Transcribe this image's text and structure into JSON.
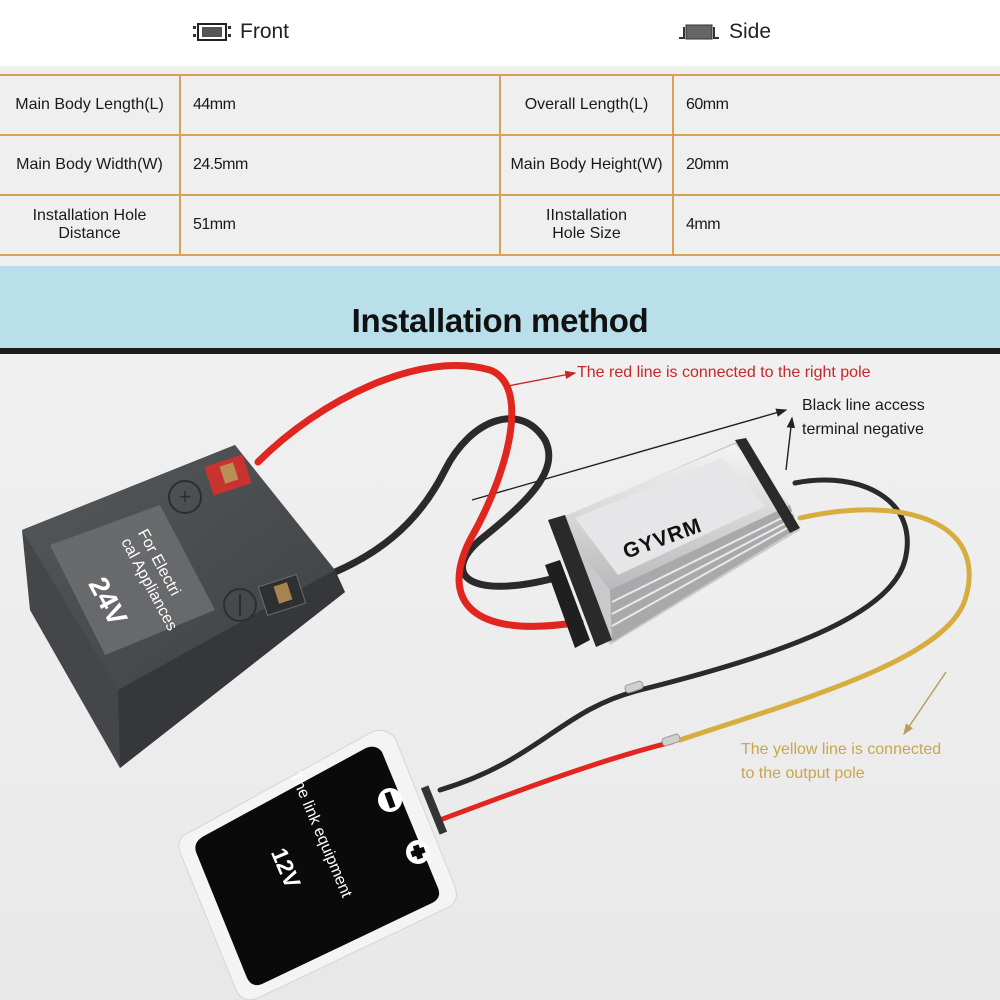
{
  "views": {
    "front": {
      "icon": "front-view-icon",
      "label": "Front"
    },
    "side": {
      "icon": "side-view-icon",
      "label": "Side"
    }
  },
  "spec_table": {
    "rows": [
      {
        "left_label": "Main Body Length(L)",
        "left_value": "44mm",
        "right_label": "Overall Length(L)",
        "right_value": "60mm"
      },
      {
        "left_label": "Main Body Width(W)",
        "left_value": "24.5mm",
        "right_label": "Main Body Height(W)",
        "right_value": "20mm"
      },
      {
        "left_label": "Installation Hole Distance",
        "left_value": "51mm",
        "right_label": "IInstallation Hole Size",
        "right_value": "4mm"
      }
    ]
  },
  "installation": {
    "title": "Installation method",
    "notes": {
      "red": "The red line is connected to the right pole",
      "black_line1": "Black line access",
      "black_line2": "terminal negative",
      "yellow_line1": "The yellow line is connected",
      "yellow_line2": "to the output pole"
    },
    "battery": {
      "label_line1": "For Electri",
      "label_line2": "cal Appliances",
      "voltage": "24V",
      "positive_symbol": "+",
      "negative_symbol": "−"
    },
    "converter": {
      "brand": "GYVRM"
    },
    "device": {
      "label": "The link equipment",
      "voltage": "12V",
      "negative_symbol": "−",
      "positive_symbol": "+"
    },
    "colors": {
      "red_wire": "#e0261f",
      "black_wire": "#2a2a2a",
      "yellow_wire": "#d7ad3f",
      "battery_body": "#4a4c4e",
      "banner": "#b9dfeb",
      "table_border": "#d9a05a"
    }
  }
}
